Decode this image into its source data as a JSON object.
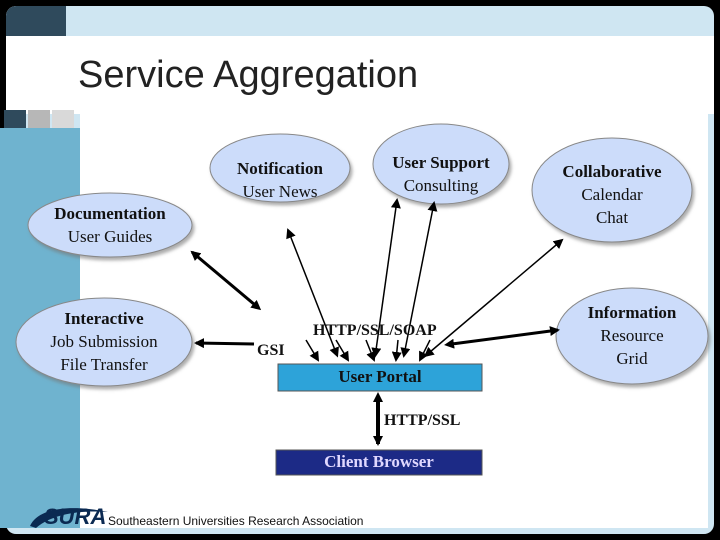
{
  "slide": {
    "title": "Service Aggregation"
  },
  "nodes": {
    "documentation": {
      "title": "Documentation",
      "line1": "User Guides"
    },
    "interactive": {
      "title": "Interactive",
      "line1": "Job Submission",
      "line2": "File Transfer"
    },
    "notification": {
      "title": "Notification",
      "line1": "User News"
    },
    "support": {
      "title": "User Support",
      "line1": "Consulting"
    },
    "collaborative": {
      "title": "Collaborative",
      "line1": "Calendar",
      "line2": "Chat"
    },
    "information": {
      "title": "Information",
      "line1": "Resource",
      "line2": "Grid"
    }
  },
  "labels": {
    "gsi": "GSI",
    "http_ssl_soap": "HTTP/SSL/SOAP",
    "http_ssl": "HTTP/SSL"
  },
  "boxes": {
    "user_portal": "User Portal",
    "client_browser": "Client Browser"
  },
  "footer": {
    "logo": "SURA",
    "organization": "Southeastern Universities Research Association"
  },
  "colors": {
    "ellipse_fill": "#ccdcfa",
    "portal_fill": "#2da3d9",
    "browser_fill": "#1c2a86",
    "browser_text": "#e0d8ff",
    "slide_bg": "#cfe6f2",
    "accent_dark": "#2f4a5c"
  }
}
